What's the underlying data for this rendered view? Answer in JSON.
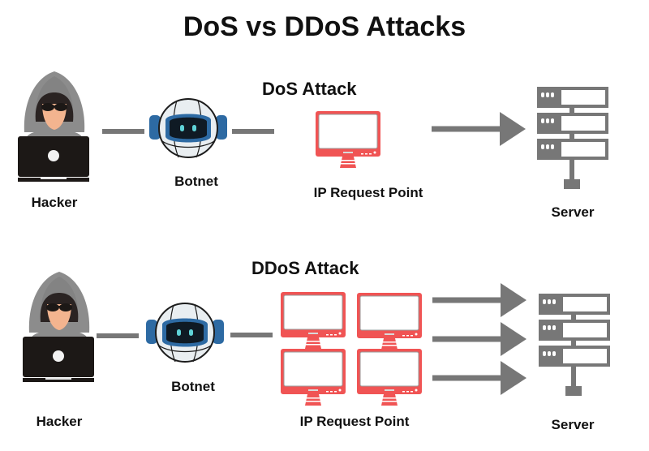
{
  "title": "DoS vs DDoS Attacks",
  "colors": {
    "connector": "#777777",
    "monitor": "#f05454",
    "server": "#777777",
    "laptop": "#1c1816",
    "hood": "#8c8c8c",
    "skin": "#f3b48f",
    "robot_blue": "#2d6aa3",
    "robot_eyes": "#5fd3d8"
  },
  "sections": [
    {
      "id": "dos",
      "title": "DoS Attack",
      "hacker_label": "Hacker",
      "botnet_label": "Botnet",
      "request_label": "IP Request Point",
      "server_label": "Server",
      "request_points": 1,
      "arrows": 1
    },
    {
      "id": "ddos",
      "title": "DDoS Attack",
      "hacker_label": "Hacker",
      "botnet_label": "Botnet",
      "request_label": "IP Request Point",
      "server_label": "Server",
      "request_points": 4,
      "arrows": 3
    }
  ]
}
